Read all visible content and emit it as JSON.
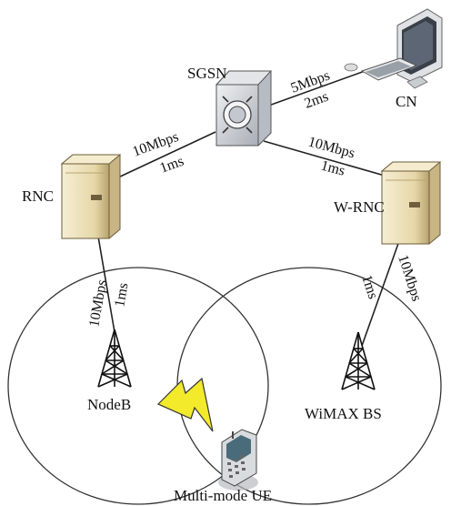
{
  "nodes": {
    "sgsn": "SGSN",
    "cn": "CN",
    "rnc": "RNC",
    "wrnc": "W-RNC",
    "nodeb": "NodeB",
    "wimax": "WiMAX BS",
    "ue": "Multi-mode UE"
  },
  "links": {
    "sgsn_cn": {
      "bandwidth": "5Mbps",
      "delay": "2ms"
    },
    "rnc_sgsn": {
      "bandwidth": "10Mbps",
      "delay": "1ms"
    },
    "sgsn_wrnc": {
      "bandwidth": "10Mbps",
      "delay": "1ms"
    },
    "rnc_nodeb": {
      "bandwidth": "10Mbps",
      "delay": "1ms"
    },
    "wrnc_wimax": {
      "bandwidth": "10Mbps",
      "delay": "1ms"
    }
  },
  "colors": {
    "server_body": "#e9dcb6",
    "server_dark": "#b9a574",
    "sgsn_body": "#d8dbe0",
    "lightning": "#f2ea2a",
    "line": "#222222"
  }
}
